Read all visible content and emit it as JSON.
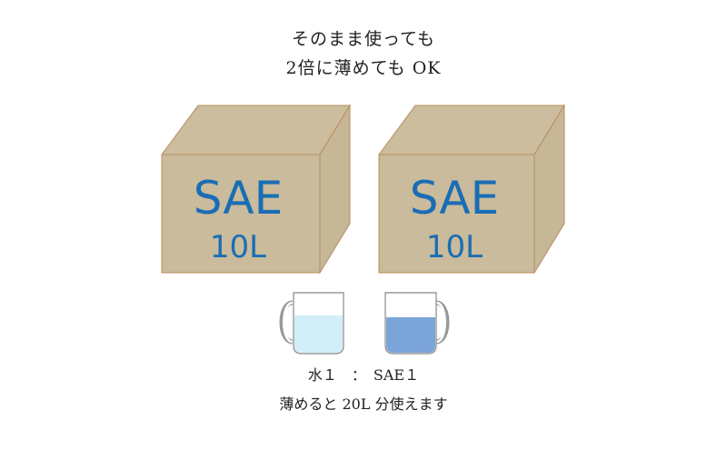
{
  "heading": {
    "line1": "そのまま使っても",
    "line2": "2倍に薄めても OK"
  },
  "boxes": [
    {
      "name": "SAE",
      "volume": "10L"
    },
    {
      "name": "SAE",
      "volume": "10L"
    }
  ],
  "mugs": [
    {
      "label": "水",
      "fill_color": "#d1eef9"
    },
    {
      "label": "SAE",
      "fill_color": "#7ba4d8"
    }
  ],
  "ratio_text": "水１　：　SAE１",
  "note": "薄めると 20L 分使えます",
  "colors": {
    "box": "#c9bb9b",
    "box_edge": "#b88c5e",
    "label": "#1a6db5"
  }
}
